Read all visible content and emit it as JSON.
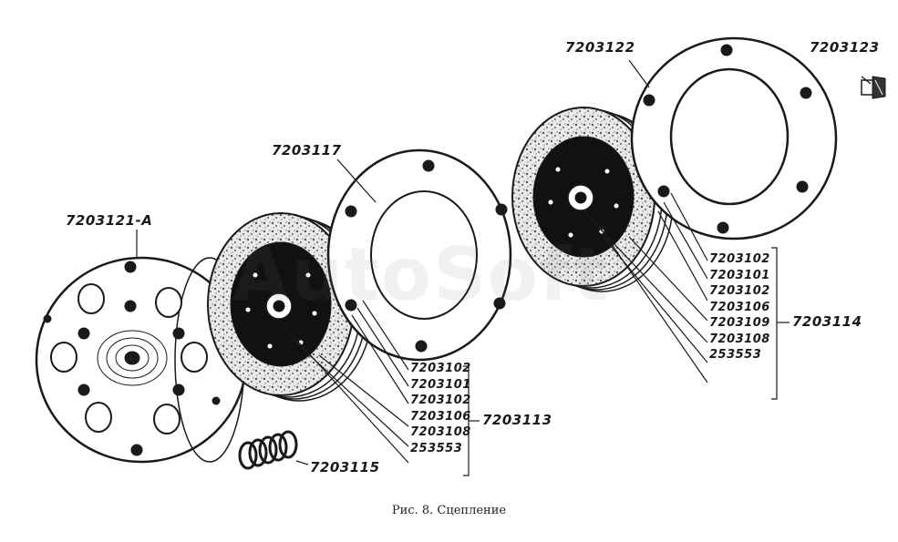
{
  "watermark": "AutoSoft",
  "caption": "Рис. 8. Сцепление",
  "labels": {
    "pressure_plate": "7203121-А",
    "steel_disc": "7203117",
    "end_ring": "7203122",
    "bolt": "7203123",
    "spring": "7203115",
    "assembly_left": "7203113",
    "assembly_right": "7203114"
  },
  "left_stack": [
    "7203102",
    "7203101",
    "7203102",
    "7203106",
    "7203108",
    "253553"
  ],
  "right_stack": [
    "7203102",
    "7203101",
    "7203102",
    "7203106",
    "7203109",
    "7203108",
    "253553"
  ],
  "colors": {
    "ink": "#1a1a1a",
    "paper": "#ffffff",
    "friction": "#8a8a8a"
  }
}
